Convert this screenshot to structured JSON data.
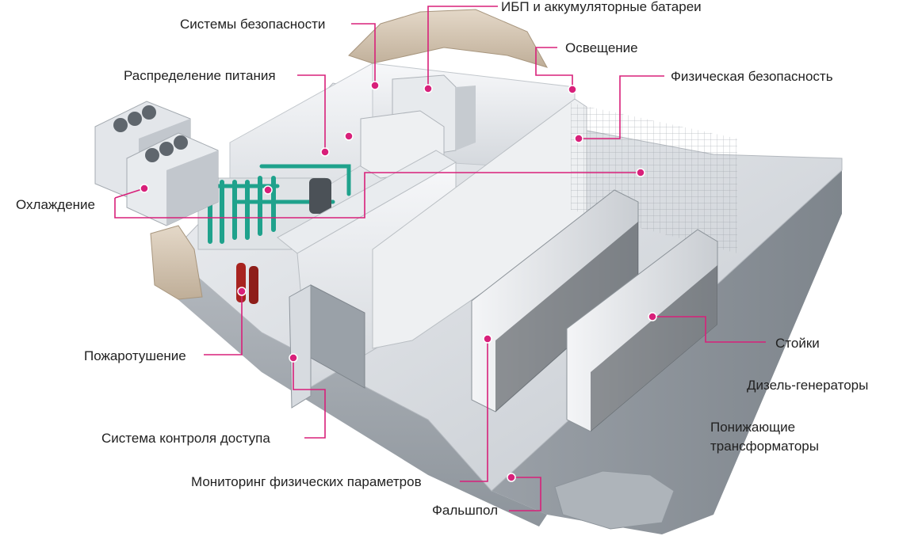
{
  "diagram": {
    "labels": {
      "security_systems": "Системы безопасности",
      "ups": "ИБП и аккумуляторные батареи",
      "lighting": "Освещение",
      "power_distribution": "Распределение питания",
      "physical_security": "Физическая безопасность",
      "cooling": "Охлаждение",
      "fire_suppression": "Пожаротушение",
      "racks": "Стойки",
      "diesel_generators": "Дизель-генераторы",
      "transformers_line1": "Понижающие",
      "transformers_line2": "трансформаторы",
      "access_control": "Система контроля доступа",
      "monitoring": "Мониторинг физических параметров",
      "raised_floor": "Фальшпол"
    },
    "colors": {
      "leader": "#d8207a",
      "text": "#222222"
    }
  }
}
